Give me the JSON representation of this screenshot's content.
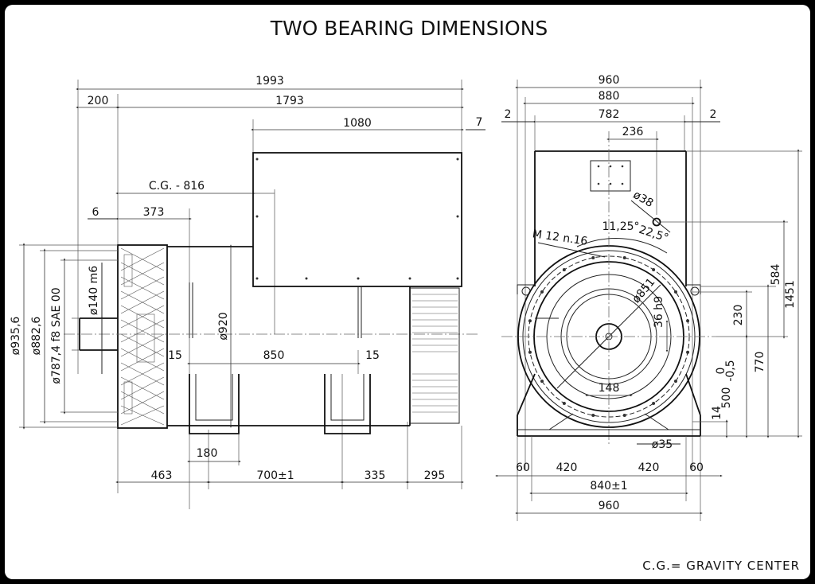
{
  "title": "TWO BEARING DIMENSIONS",
  "footer": "C.G.= GRAVITY CENTER",
  "side_view": {
    "overall_length": "1993",
    "shaft_extension": "200",
    "frame_length": "1793",
    "terminal_box_length": "1080",
    "terminal_offset": "7",
    "cg": "C.G. - 816",
    "flange_offset": "6",
    "flange_to_foot": "373",
    "body_diameter": "ø920",
    "foot_margin_left": "15",
    "foot_span": "850",
    "foot_margin_right": "15",
    "foot_width": "180",
    "bottom_463": "463",
    "bottom_700": "700±1",
    "bottom_335": "335",
    "bottom_295": "295",
    "dia_935": "ø935,6",
    "dia_882": "ø882,6",
    "dia_787": "ø787,4  f8  SAE  00",
    "shaft_dia": "ø140  m6"
  },
  "end_view": {
    "width_960_top": "960",
    "width_880": "880",
    "width_782": "782",
    "gap_left": "2",
    "gap_right": "2",
    "offset_236": "236",
    "hole_38": "ø38",
    "angle_11": "11,25°",
    "angle_22": "22,5°",
    "bolts": "M 12  n.16",
    "dia_851": "ø851",
    "key_36": "36  h9",
    "key_148": "148",
    "h_584": "584",
    "h_1451": "1451",
    "h_230": "230",
    "h_770": "770",
    "h_500": "500",
    "tol_0": "0",
    "tol_05": "-0,5",
    "h_14": "14",
    "hole_35": "ø35",
    "b_60_left": "60",
    "b_420_left": "420",
    "b_420_right": "420",
    "b_60_right": "60",
    "foot_840": "840±1",
    "width_960_bottom": "960"
  }
}
